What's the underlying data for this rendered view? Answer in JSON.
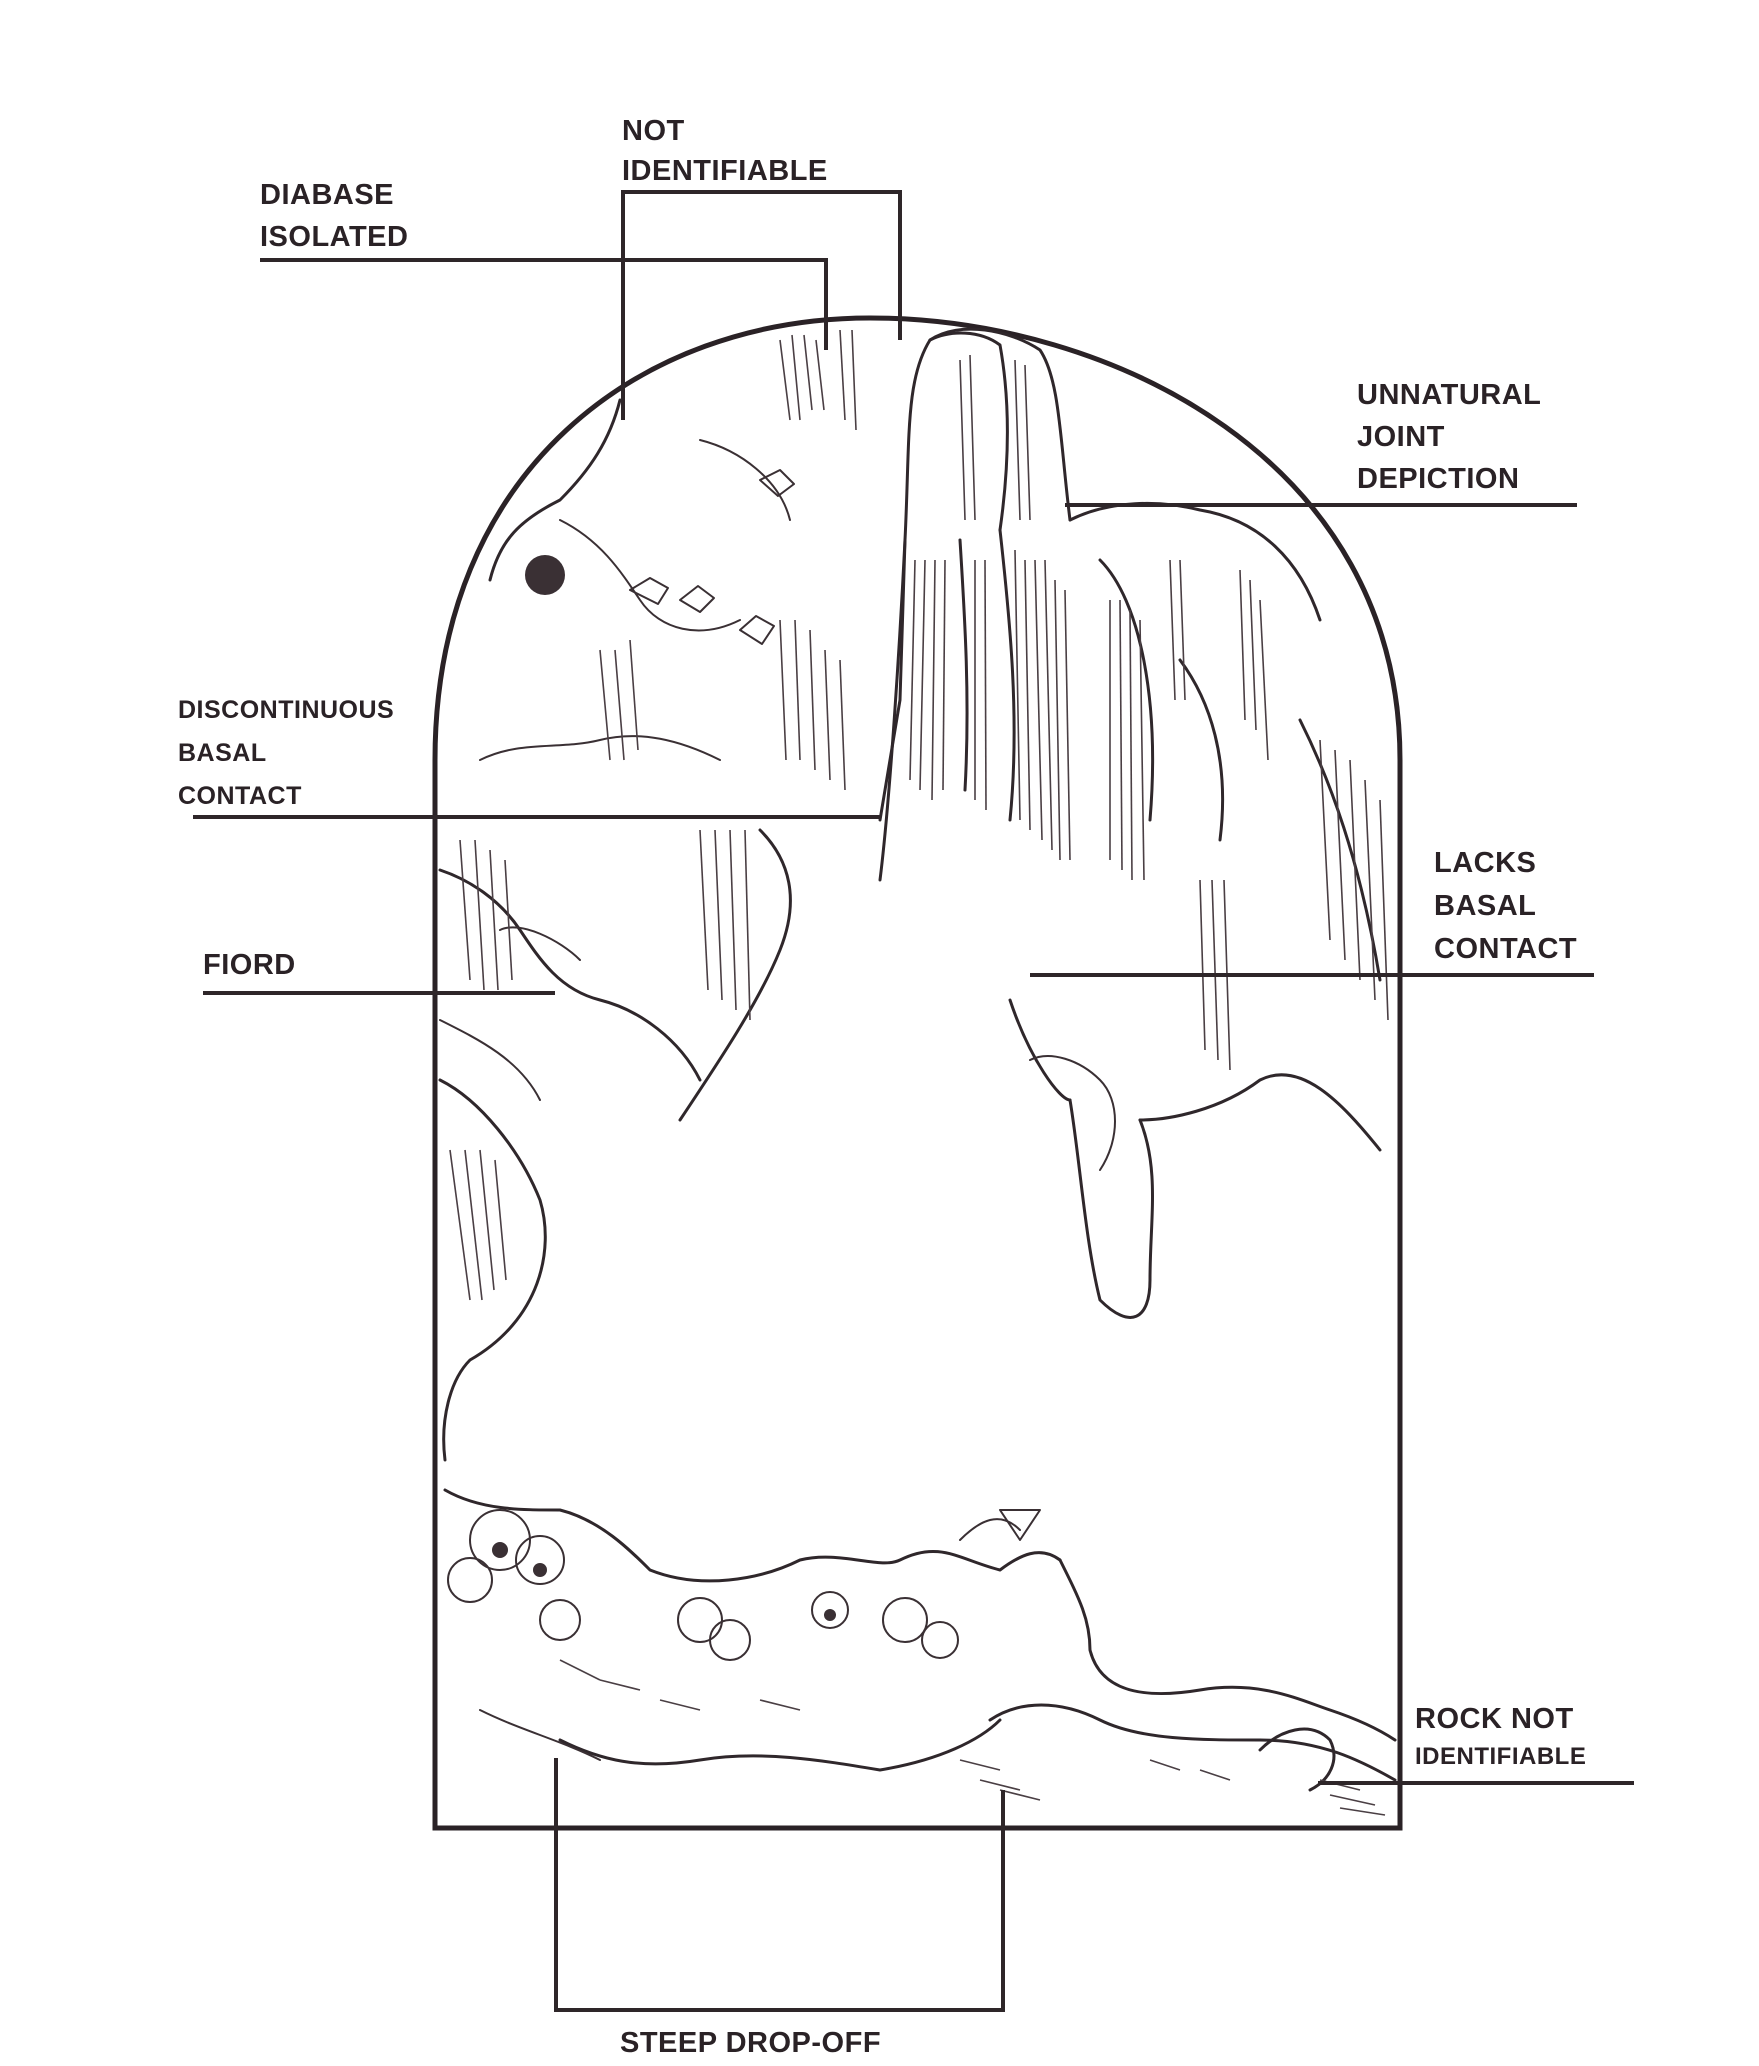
{
  "labels": {
    "not_identifiable": [
      "NOT",
      "IDENTIFIABLE"
    ],
    "diabase_isolated": [
      "DIABASE",
      "ISOLATED"
    ],
    "unnatural_joint": [
      "UNNATURAL",
      "JOINT",
      "DEPICTION"
    ],
    "discontinuous_basal": [
      "DISCONTINUOUS",
      "BASAL",
      "CONTACT"
    ],
    "lacks_basal": [
      "LACKS",
      "BASAL",
      "CONTACT"
    ],
    "fiord": [
      "FIORD"
    ],
    "rock_not_identifiable": [
      "ROCK NOT",
      "IDENTIFIABLE"
    ],
    "steep_drop_off": [
      "STEEP DROP-OFF"
    ]
  },
  "colors": {
    "ink": "#2a2226",
    "paper": "#ffffff"
  }
}
